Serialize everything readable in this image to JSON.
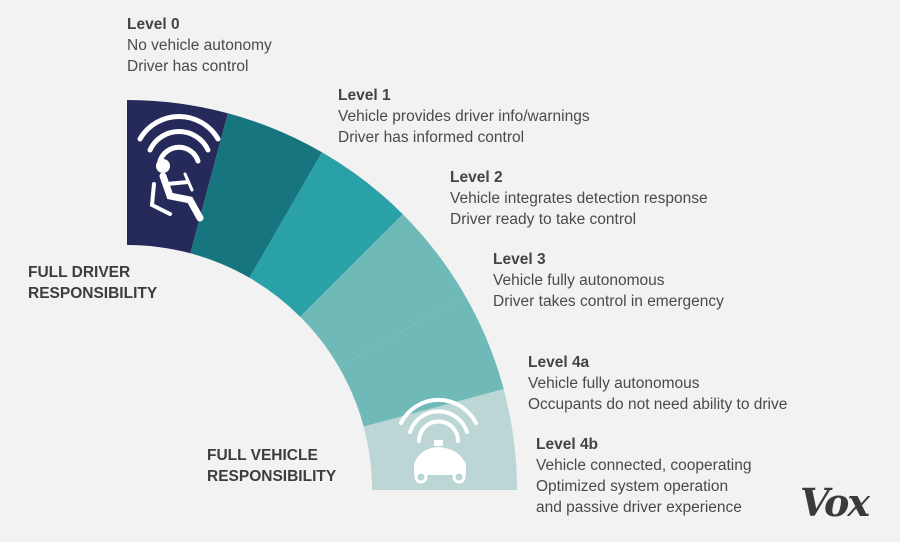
{
  "levels": [
    {
      "title": "Level 0",
      "line1": "No vehicle autonomy",
      "line2": "Driver has control"
    },
    {
      "title": "Level 1",
      "line1": "Vehicle provides driver info/warnings",
      "line2": "Driver has informed control"
    },
    {
      "title": "Level 2",
      "line1": "Vehicle integrates detection response",
      "line2": "Driver ready to take control"
    },
    {
      "title": "Level 3",
      "line1": "Vehicle fully autonomous",
      "line2": "Driver takes control in emergency"
    },
    {
      "title": "Level 4a",
      "line1": "Vehicle fully autonomous",
      "line2": "Occupants do not need ability to drive"
    },
    {
      "title": "Level 4b",
      "line1": "Vehicle connected, cooperating",
      "line2": "Optimized system operation",
      "line3": "and passive driver experience"
    }
  ],
  "segment_colors": [
    "#262a5a",
    "#177580",
    "#2aa0a7",
    "#70b9b9",
    "#bcd6d6"
  ],
  "driver_resp": {
    "line1": "FULL DRIVER",
    "line2": "RESPONSIBILITY"
  },
  "vehicle_resp": {
    "line1": "FULL VEHICLE",
    "line2": "RESPONSIBILITY"
  },
  "logo": "Vox"
}
